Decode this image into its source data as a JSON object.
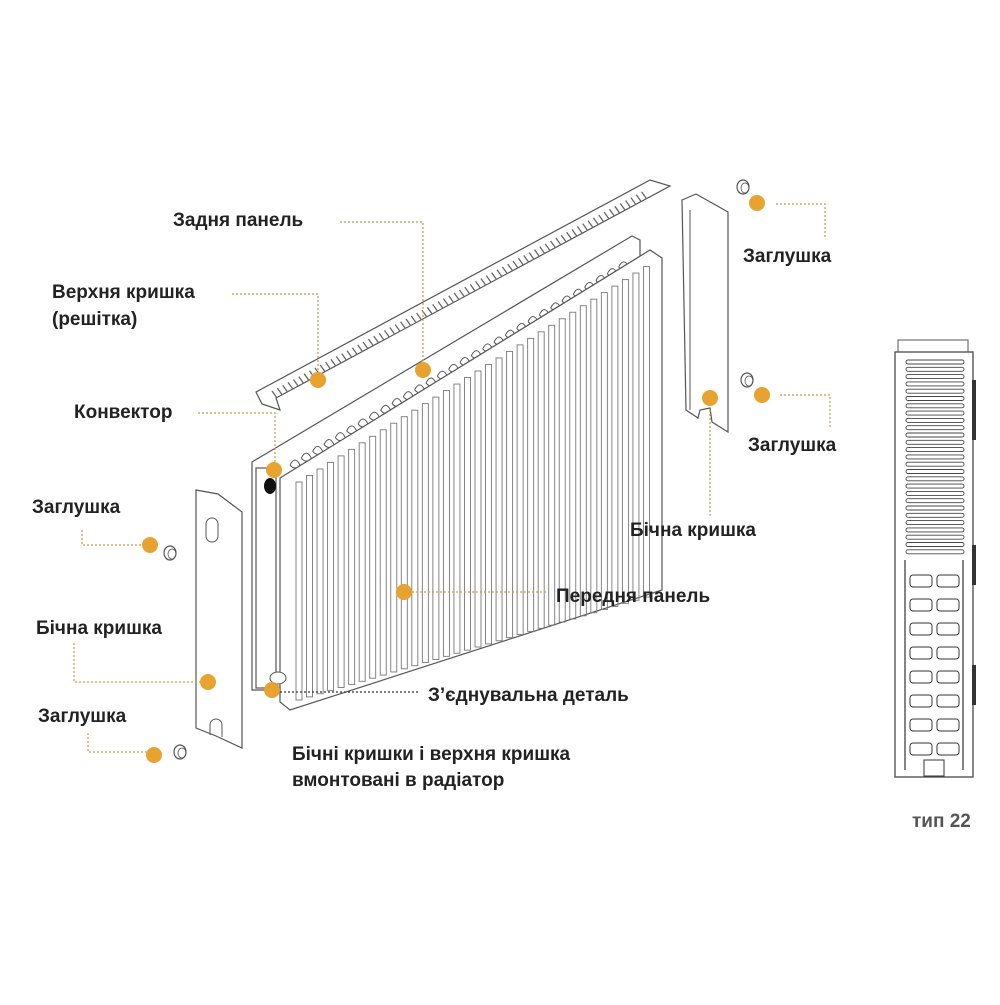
{
  "diagram": {
    "title": "Radiator exploded view",
    "accent_color": "#e8a230",
    "line_color": "#555555",
    "labels": {
      "back_panel": "Задня панель",
      "top_cover_line1": "Верхня кришка",
      "top_cover_line2": "(решітка)",
      "convector": "Конвектор",
      "plug_left_top": "Заглушка",
      "side_cover_left": "Бічна кришка",
      "plug_left_bottom": "Заглушка",
      "plug_right_top": "Заглушка",
      "plug_right_bottom": "Заглушка",
      "side_cover_right": "Бічна кришка",
      "front_panel": "Передня панель",
      "connector": "З’єднувальна деталь"
    },
    "note_line1": "Бічні кришки і верхня кришка",
    "note_line2": "вмонтовані в радіатор",
    "section_type": "тип 22"
  }
}
